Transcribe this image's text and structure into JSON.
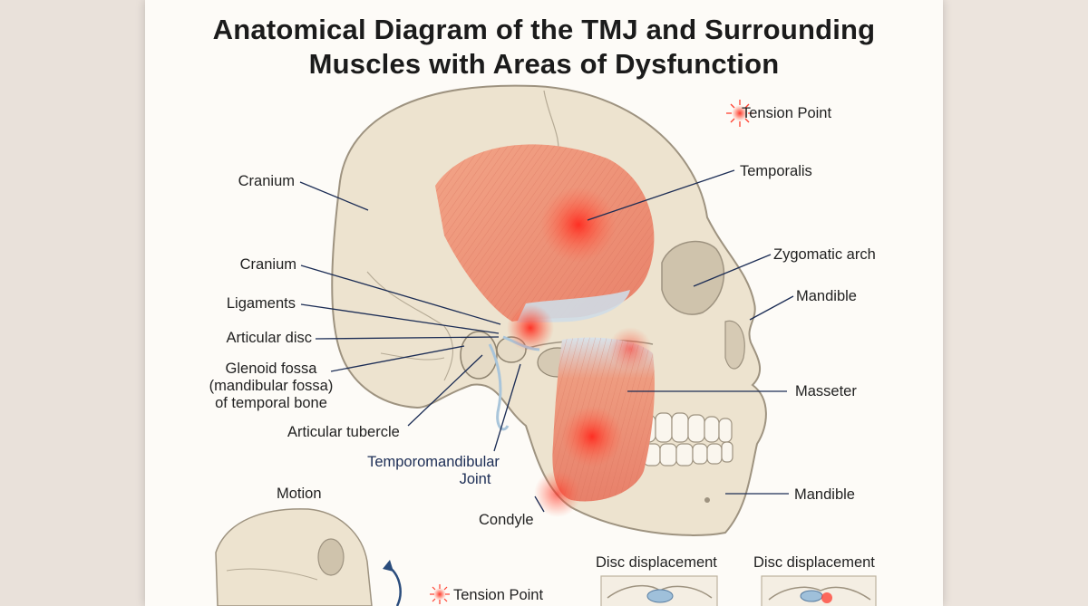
{
  "diagram": {
    "title_line1": "Anatomical Diagram of the TMJ and Surrounding",
    "title_line2": "Muscles with Areas of Dysfunction",
    "legend_top": "Tension Point",
    "legend_bottom": "Tension Point",
    "labels": {
      "cranium_top": "Cranium",
      "cranium_mid": "Cranium",
      "ligaments": "Ligaments",
      "articular_disc": "Articular disc",
      "glenoid_line1": "Glenoid fossa",
      "glenoid_line2": "(mandibular fossa)",
      "glenoid_line3": "of temporal bone",
      "articular_tubercle": "Articular tubercle",
      "tmj_line1": "Temporomandibular",
      "tmj_line2": "Joint",
      "condyle": "Condyle",
      "temporalis": "Temporalis",
      "zygomatic_arch": "Zygomatic arch",
      "mandible_upper": "Mandible",
      "masseter": "Masseter",
      "mandible_lower": "Mandible"
    },
    "insets": {
      "motion": "Motion",
      "disc_displacement_1": "Disc displacement",
      "disc_displacement_2": "Disc displacement"
    },
    "colors": {
      "bone": "#ede3cf",
      "bone_outline": "#9e9380",
      "muscle": "#ef9a7d",
      "tension": "#ff3b2f",
      "leader_line": "#1c2d55"
    }
  }
}
